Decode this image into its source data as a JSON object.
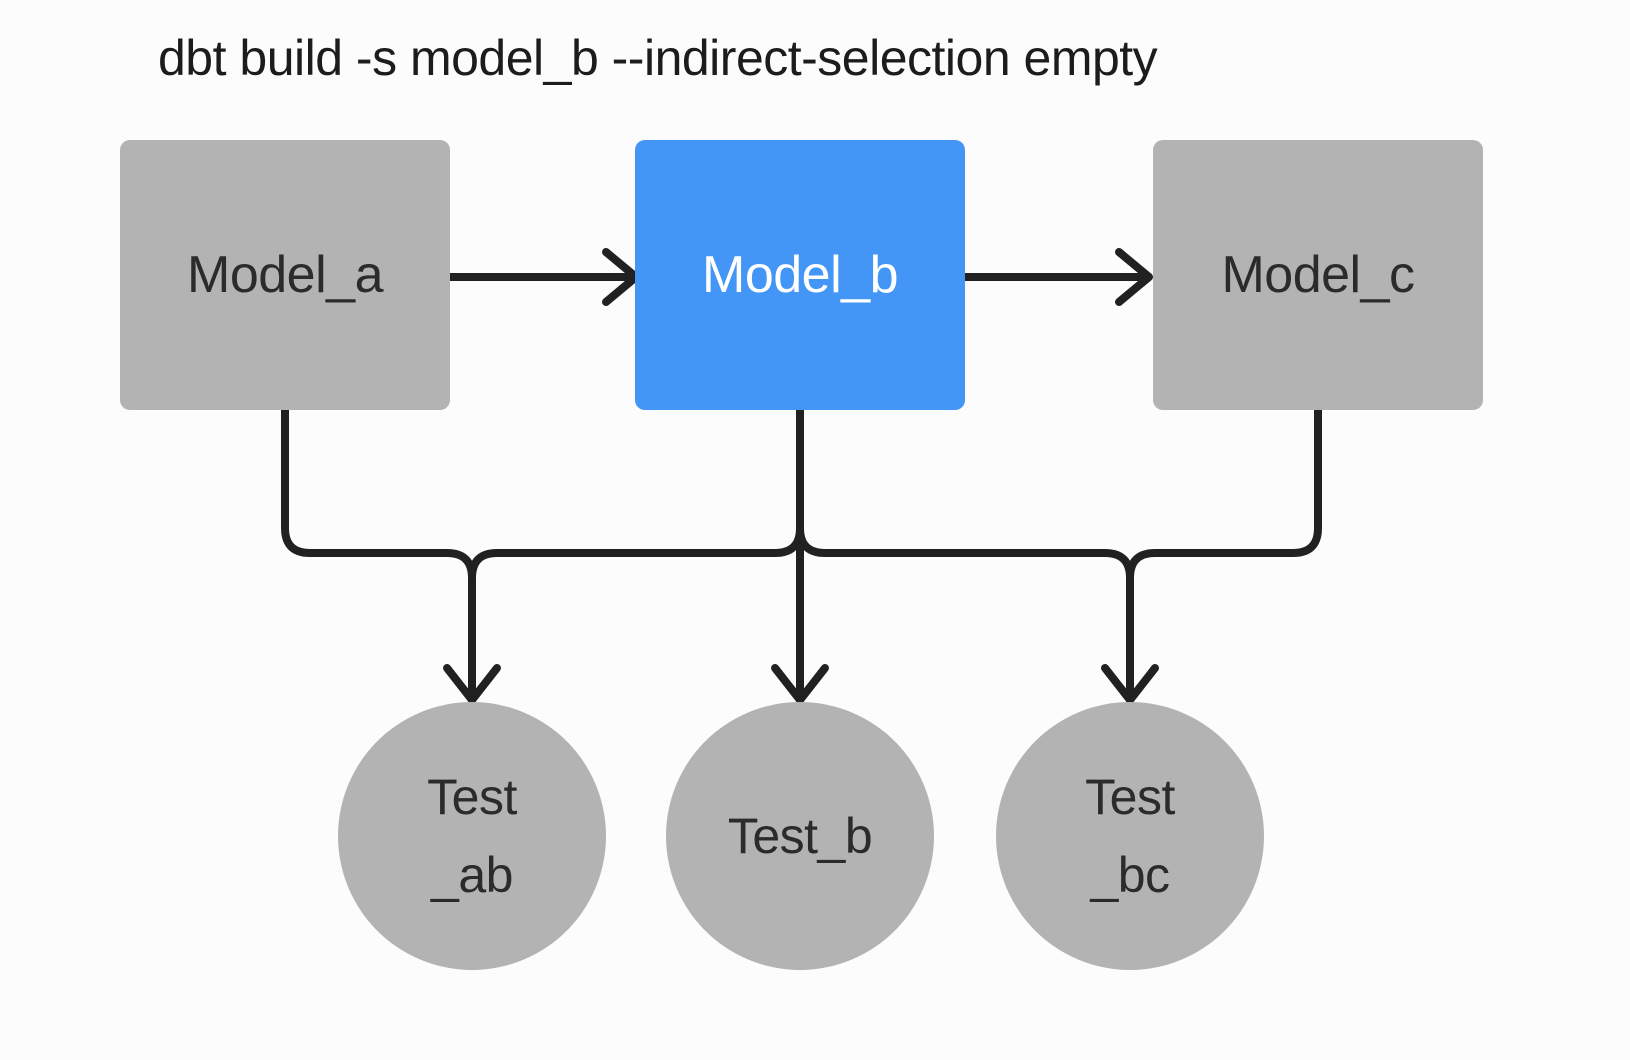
{
  "title": "dbt build -s model_b --indirect-selection empty",
  "diagram": {
    "models": [
      {
        "id": "model_a",
        "label": "Model_a",
        "selected": false
      },
      {
        "id": "model_b",
        "label": "Model_b",
        "selected": true
      },
      {
        "id": "model_c",
        "label": "Model_c",
        "selected": false
      }
    ],
    "tests": [
      {
        "id": "test_ab",
        "lines": [
          "Test",
          "_ab"
        ]
      },
      {
        "id": "test_b",
        "lines": [
          "Test_b",
          ""
        ]
      },
      {
        "id": "test_bc",
        "lines": [
          "Test",
          "_bc"
        ]
      }
    ],
    "edges": [
      "model_a -> model_b",
      "model_b -> model_c",
      "model_a -> test_ab",
      "model_b -> test_ab",
      "model_b -> test_b",
      "model_b -> test_bc",
      "model_c -> test_bc"
    ],
    "colors": {
      "selected_fill": "#4496F6",
      "selected_text": "#FFFFFF",
      "node_fill": "#B3B3B3",
      "node_text": "#2B2B2B",
      "edge": "#212121",
      "title_text": "#1C1C1C",
      "background": "#FCFCFC"
    }
  }
}
